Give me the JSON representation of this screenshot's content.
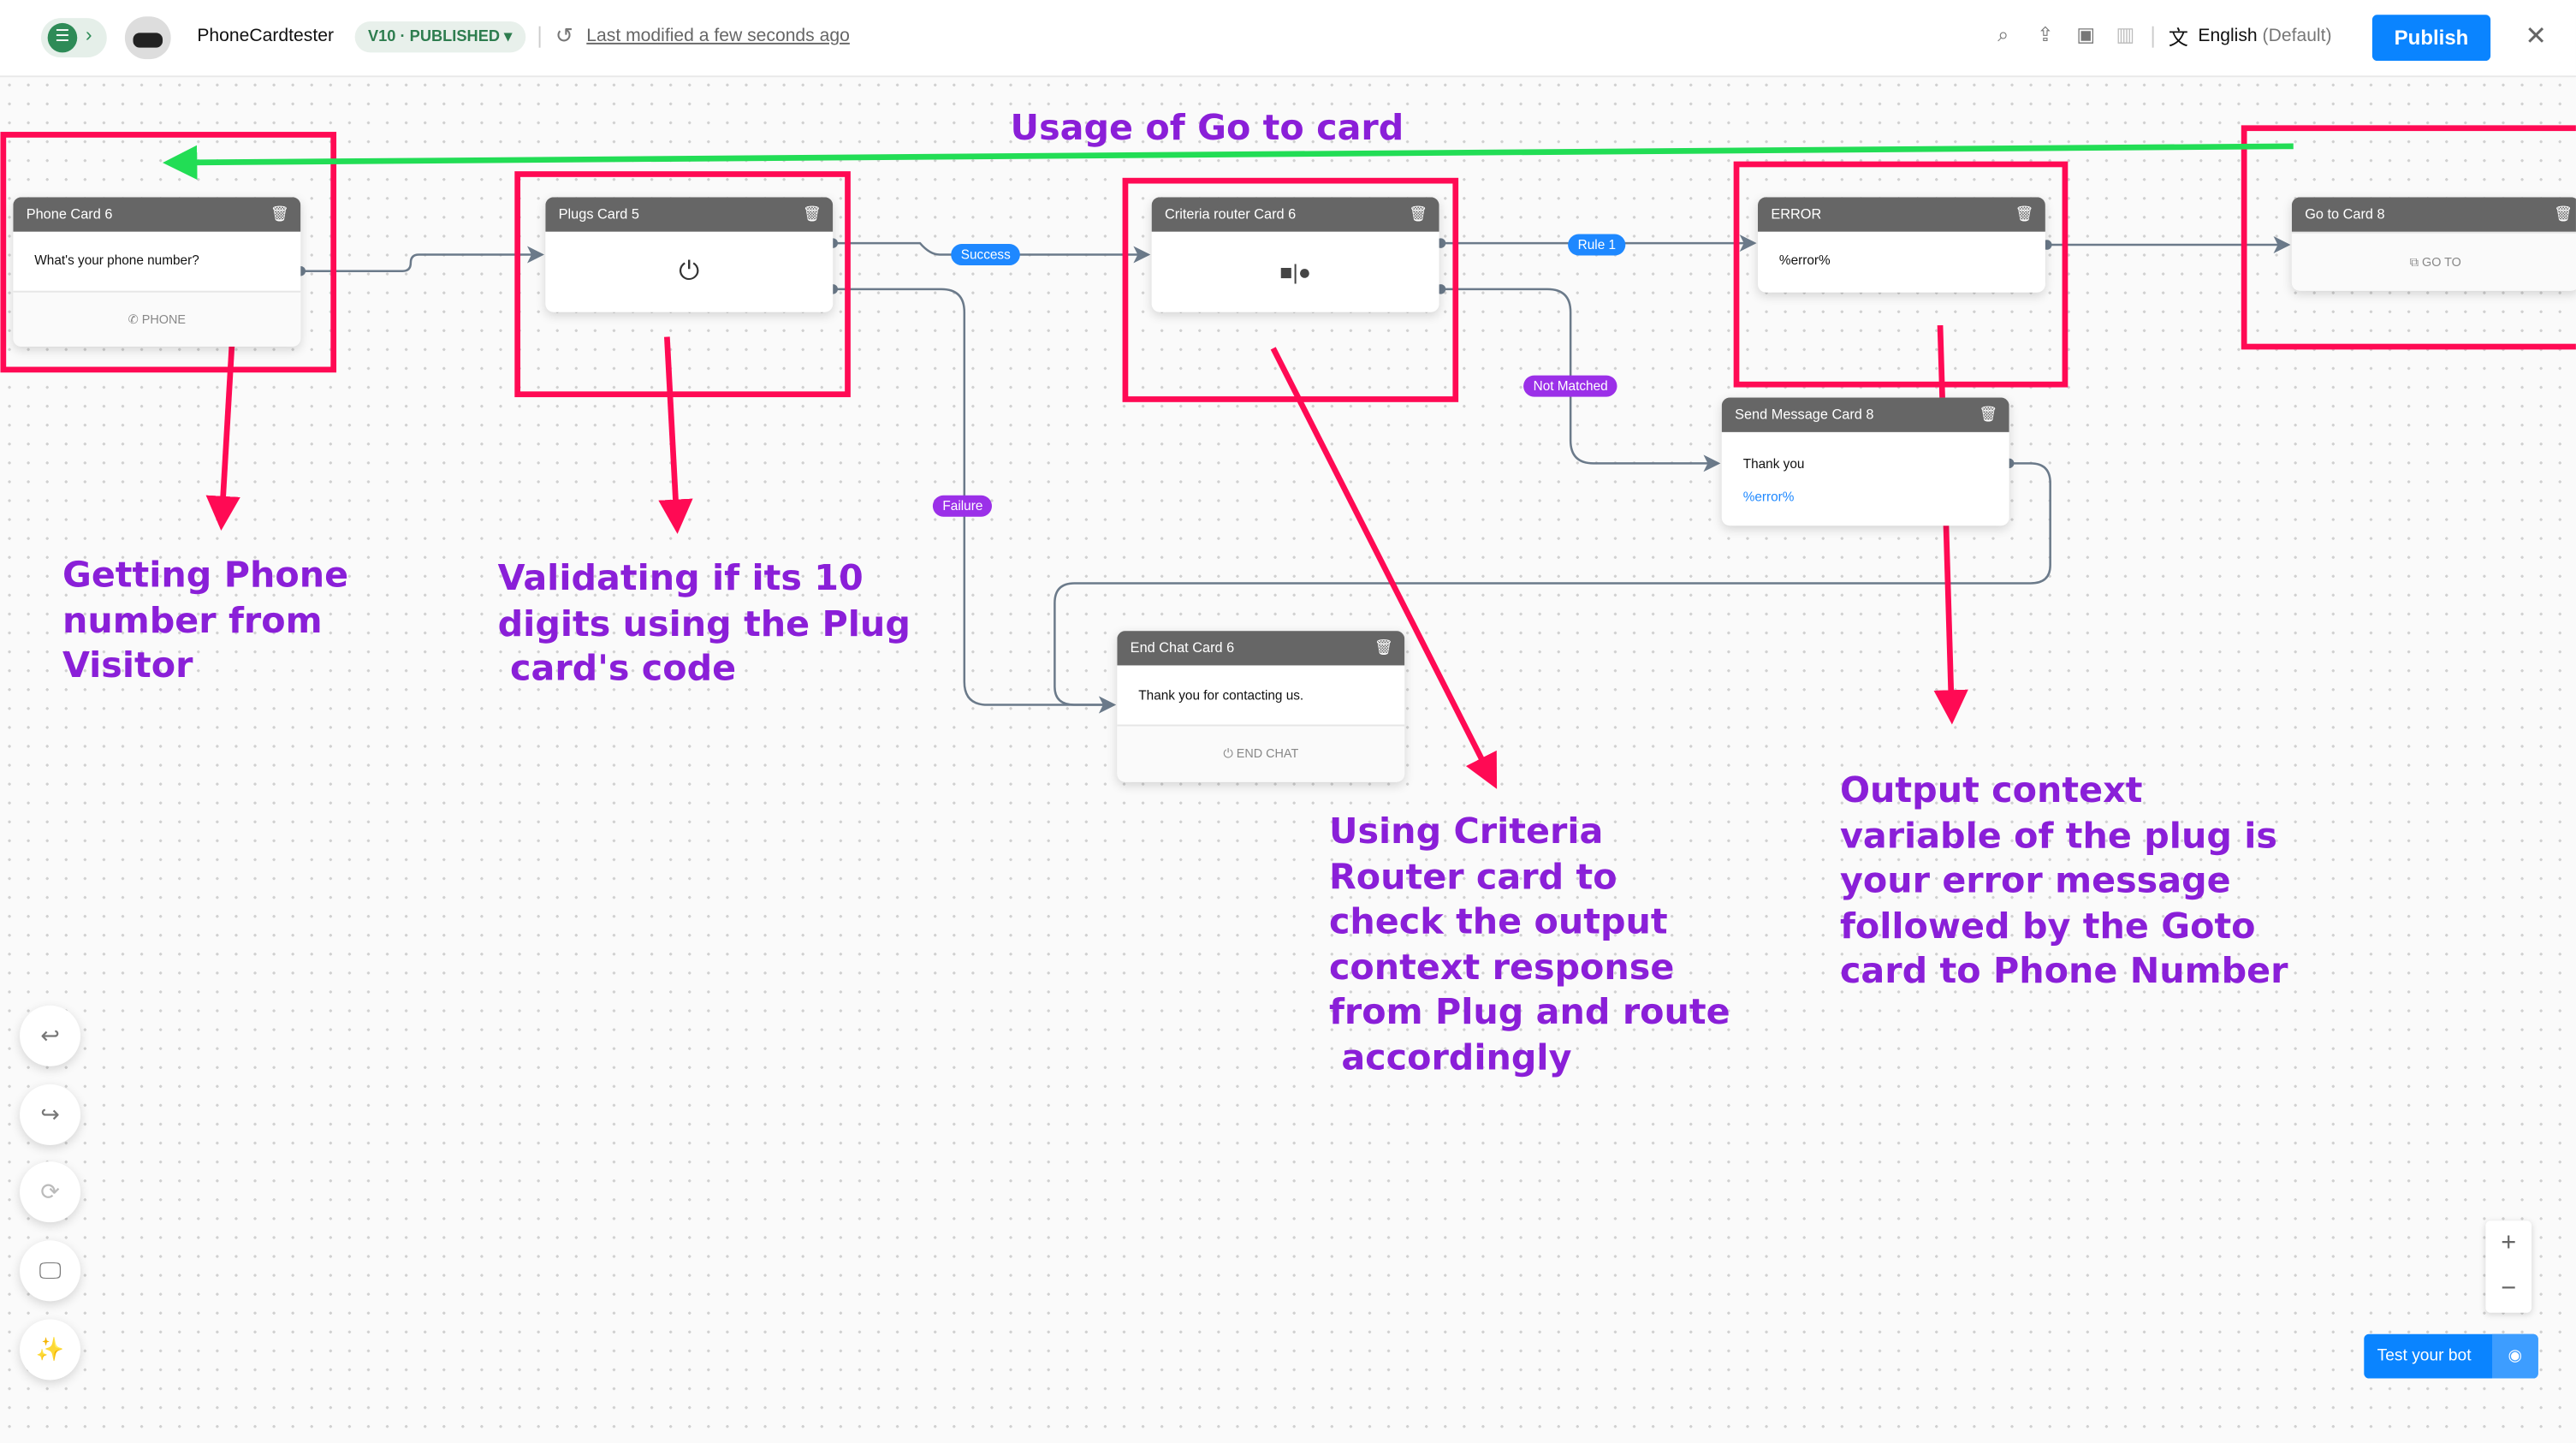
{
  "header": {
    "bot_name": "PhoneCardtester",
    "version": "V10",
    "status": "PUBLISHED",
    "last_modified": "Last modified a few seconds ago",
    "language": "English",
    "language_note": "(Default)",
    "publish_label": "Publish"
  },
  "cards": {
    "phone": {
      "title": "Phone Card 6",
      "question": "What's your phone number?",
      "footer": "PHONE"
    },
    "plugs": {
      "title": "Plugs Card 5"
    },
    "router": {
      "title": "Criteria router Card 6"
    },
    "error": {
      "title": "ERROR",
      "text": "%error%"
    },
    "goto": {
      "title": "Go to Card 8",
      "footer": "GO TO"
    },
    "send": {
      "title": "Send Message Card 8",
      "text": "Thank you",
      "var": "%error%"
    },
    "end": {
      "title": "End Chat Card 6",
      "text": "Thank you for contacting us.",
      "footer": "END CHAT"
    }
  },
  "edges": {
    "success": "Success",
    "failure": "Failure",
    "rule1": "Rule 1",
    "not_matched": "Not Matched"
  },
  "annotations": {
    "goto": "Usage of Go to card",
    "phone": "Getting Phone\nnumber from\nVisitor",
    "plug": "Validating if its 10\ndigits using the Plug\n card's code",
    "router": "Using Criteria\nRouter card to\ncheck the output\ncontext response\nfrom Plug and route\n accordingly",
    "error": "Output context\nvariable of the plug is\nyour error message\nfollowed by the Goto\ncard to Phone Number"
  },
  "test_bot_label": "Test your bot",
  "colors": {
    "accent": "#0a84ff",
    "annotation": "#8a1fd8",
    "highlight": "#ff0a54",
    "arrow_green": "#22dd55"
  }
}
